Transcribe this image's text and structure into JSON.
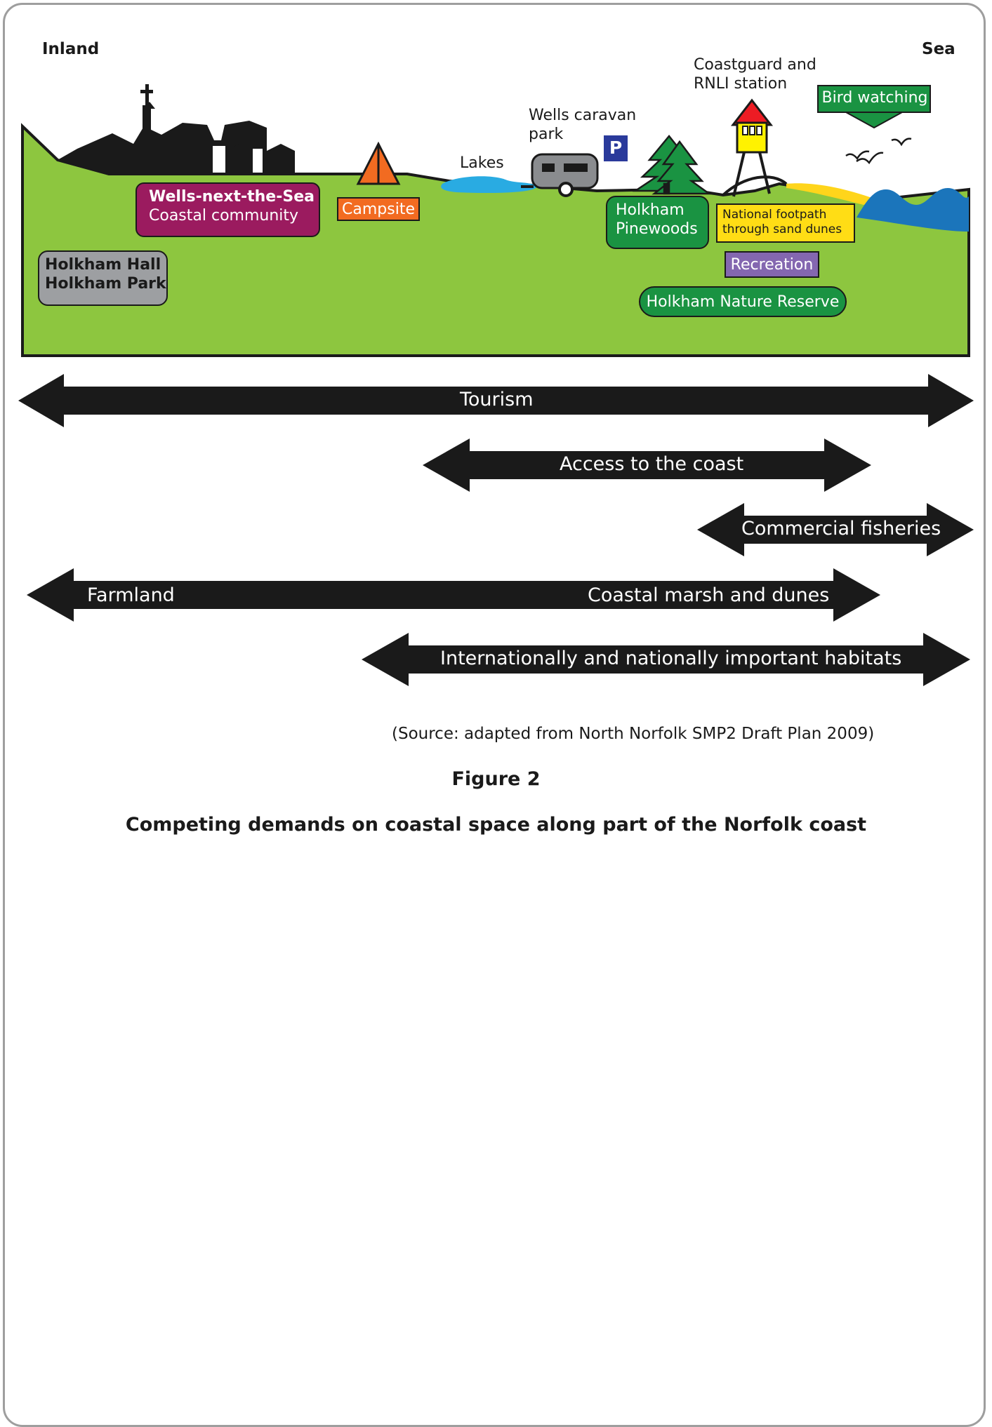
{
  "direction": {
    "inland": "Inland",
    "sea": "Sea"
  },
  "features": {
    "coastguard": "Coastguard and\nRNLI station",
    "bird_watching": "Bird watching",
    "caravan_park": "Wells caravan\npark",
    "parking": "P",
    "lakes": "Lakes",
    "wells_title": "Wells-next-the-Sea",
    "wells_subtitle": "Coastal community",
    "campsite": "Campsite",
    "pinewoods": "Holkham\nPinewoods",
    "footpath": "National footpath\nthrough sand dunes",
    "recreation": "Recreation",
    "nature_reserve": "Holkham Nature Reserve",
    "holkham": "Holkham Hall\nHolkham Park"
  },
  "demands": [
    {
      "id": "tourism",
      "label": "Tourism"
    },
    {
      "id": "access",
      "label": "Access to the coast"
    },
    {
      "id": "fisheries",
      "label": "Commercial fisheries"
    },
    {
      "id": "farmland",
      "label": "Farmland"
    },
    {
      "id": "marsh",
      "label": "Coastal marsh and dunes"
    },
    {
      "id": "habitats",
      "label": "Internationally and nationally important habitats"
    }
  ],
  "source": "(Source: adapted from North Norfolk SMP2 Draft Plan 2009)",
  "figure_number": "Figure 2",
  "figure_title": "Competing demands on coastal space along part of the Norfolk coast",
  "colors": {
    "land": "#8dc63f",
    "wells_box": "#9b1b5f",
    "campsite": "#f26b21",
    "pinewoods": "#1a9342",
    "footpath": "#ffdd15",
    "recreation": "#8467b0",
    "holkham_box": "#9d9fa2",
    "sea": "#1b75bb",
    "sand": "#ffd51b",
    "lake": "#29abe2",
    "parking": "#2a3a9b",
    "arrow": "#1a1a1a"
  }
}
